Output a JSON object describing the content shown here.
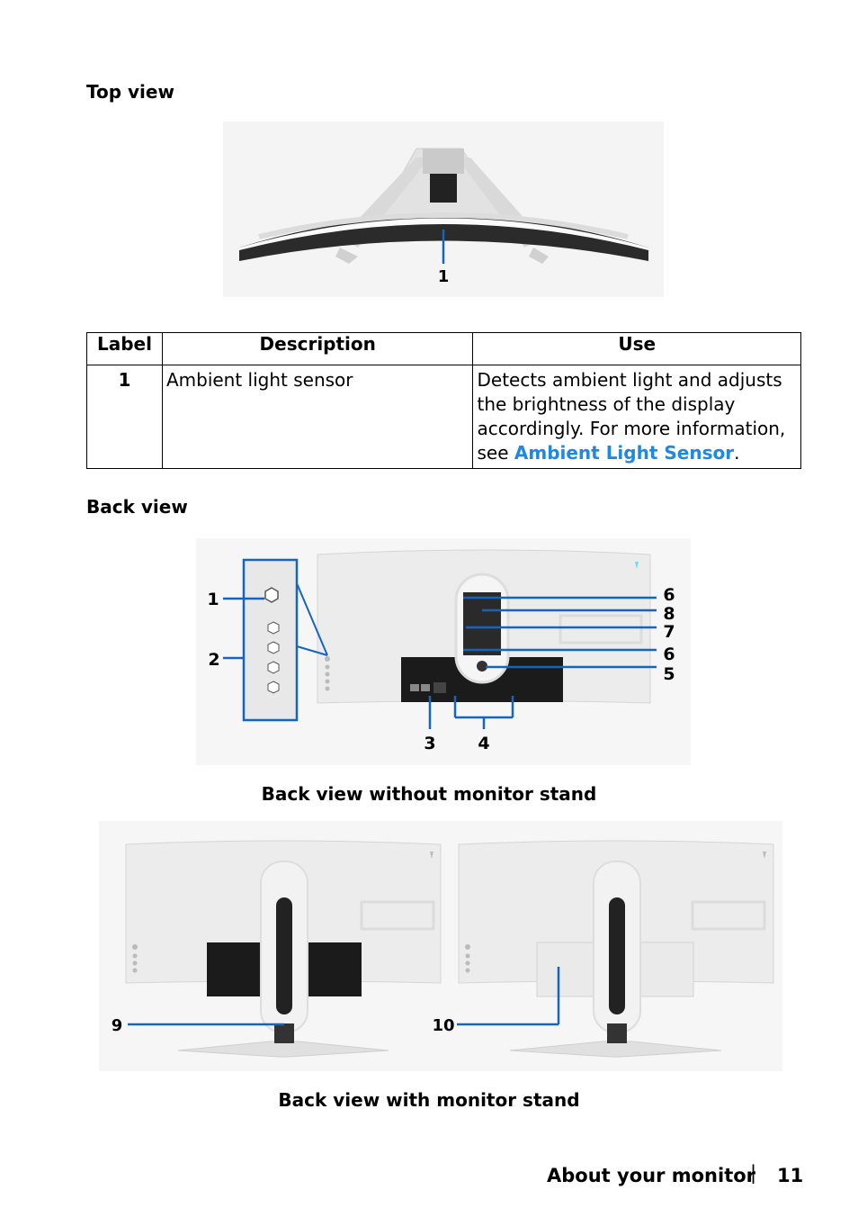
{
  "sections": {
    "top_view_heading": "Top view",
    "back_view_heading": "Back view"
  },
  "top_view_figure": {
    "callouts": [
      "1"
    ]
  },
  "table": {
    "headers": [
      "Label",
      "Description",
      "Use"
    ],
    "rows": [
      {
        "label": "1",
        "description": "Ambient light sensor",
        "use_text": "Detects ambient light and adjusts the brightness of the display accordingly. For more information, see ",
        "use_link": "Ambient Light Sensor",
        "use_end": "."
      }
    ]
  },
  "back_view_figure": {
    "callouts": [
      "1",
      "2",
      "3",
      "4",
      "5",
      "6",
      "6",
      "7",
      "8"
    ],
    "caption": "Back view without monitor stand"
  },
  "stand_figure": {
    "callouts": [
      "9",
      "10"
    ],
    "caption": "Back view with monitor stand"
  },
  "footer": {
    "section": "About your monitor",
    "separator": "|",
    "page": "11"
  },
  "colors": {
    "callout_line": "#1565c0",
    "link": "#1e88e5"
  }
}
